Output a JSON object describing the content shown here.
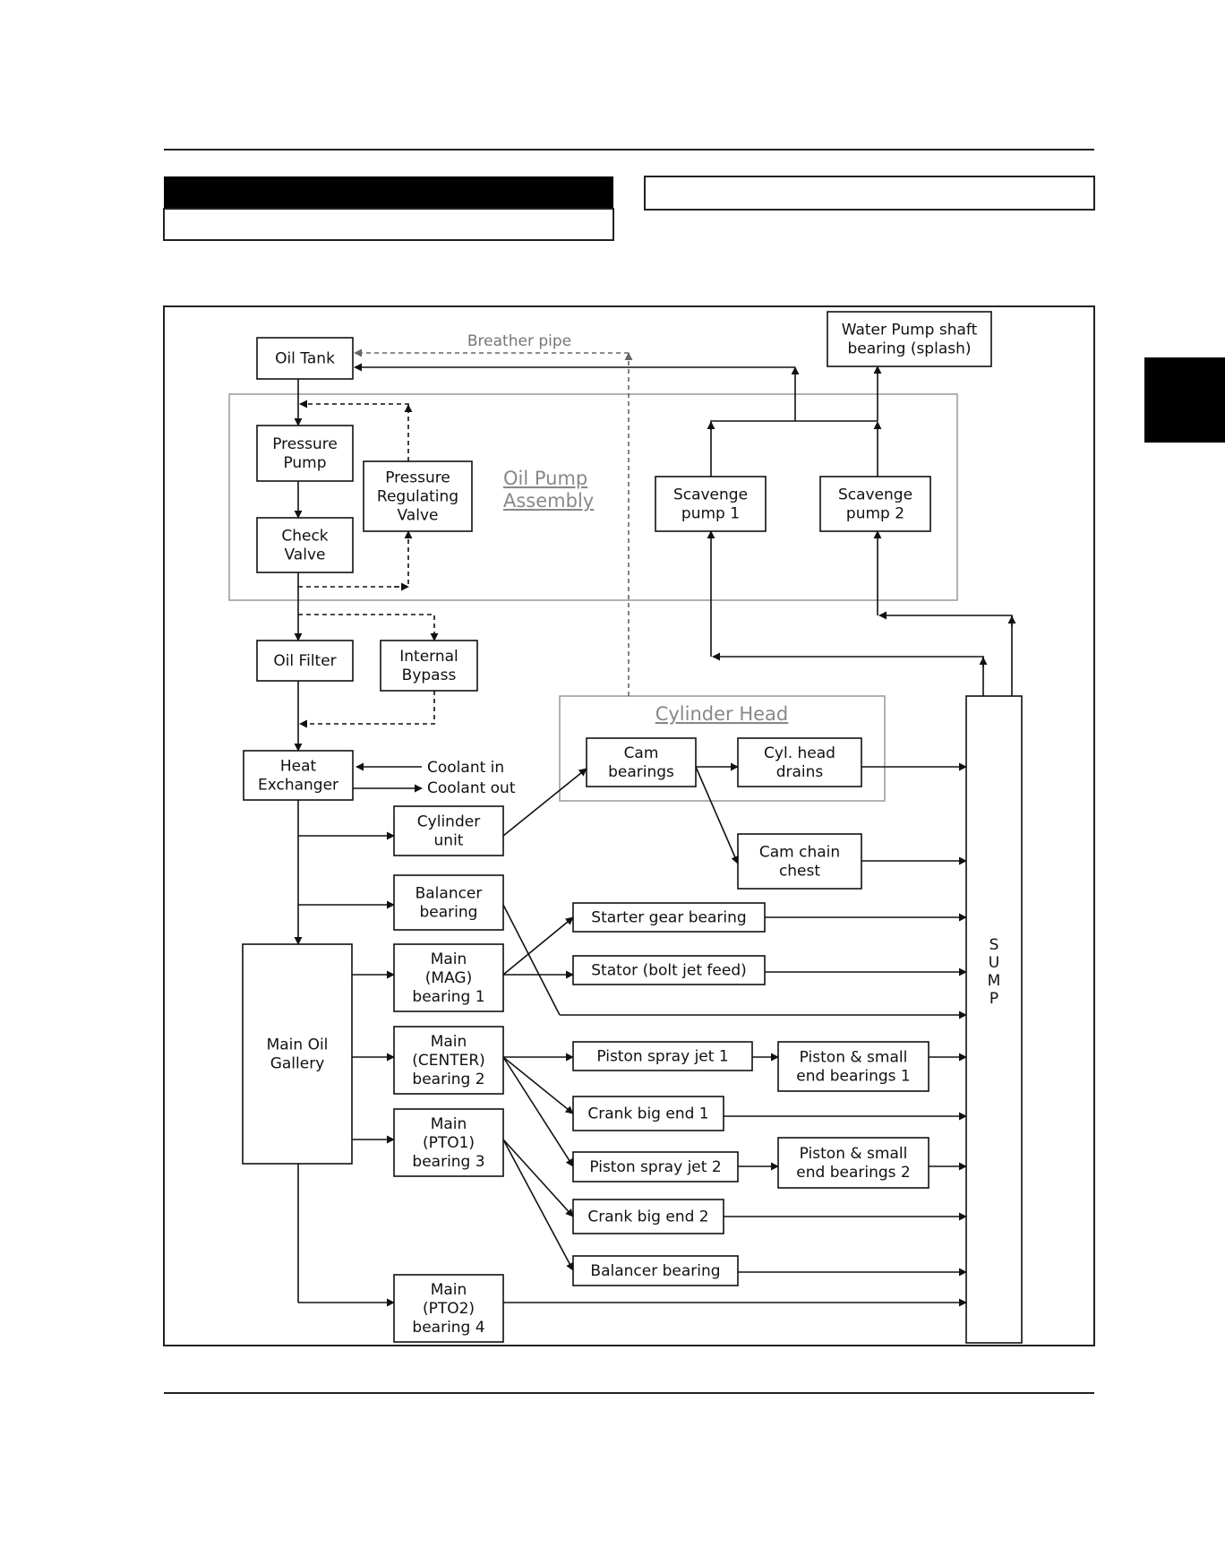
{
  "nodes": {
    "oil_tank": [
      "Oil Tank"
    ],
    "pressure_pump": [
      "Pressure",
      "Pump"
    ],
    "check_valve": [
      "Check",
      "Valve"
    ],
    "pressure_regulating_valve": [
      "Pressure",
      "Regulating",
      "Valve"
    ],
    "scavenge_pump_1": [
      "Scavenge",
      "pump 1"
    ],
    "scavenge_pump_2": [
      "Scavenge",
      "pump 2"
    ],
    "water_pump_shaft_bearing": [
      "Water Pump shaft",
      "bearing (splash)"
    ],
    "oil_filter": [
      "Oil Filter"
    ],
    "internal_bypass": [
      "Internal",
      "Bypass"
    ],
    "heat_exchanger": [
      "Heat",
      "Exchanger"
    ],
    "cylinder_unit": [
      "Cylinder",
      "unit"
    ],
    "cam_bearings": [
      "Cam",
      "bearings"
    ],
    "cyl_head_drains": [
      "Cyl. head",
      "drains"
    ],
    "cam_chain_chest": [
      "Cam chain",
      "chest"
    ],
    "balancer_bearing_upper": [
      "Balancer",
      "bearing"
    ],
    "main_oil_gallery": [
      "Main Oil",
      "Gallery"
    ],
    "main_mag_bearing_1": [
      "Main",
      "(MAG)",
      "bearing 1"
    ],
    "main_center_bearing_2": [
      "Main",
      "(CENTER)",
      "bearing 2"
    ],
    "main_pto1_bearing_3": [
      "Main",
      "(PTO1)",
      "bearing 3"
    ],
    "main_pto2_bearing_4": [
      "Main",
      "(PTO2)",
      "bearing 4"
    ],
    "starter_gear_bearing": [
      "Starter gear bearing"
    ],
    "stator_bolt_jet_feed": [
      "Stator (bolt jet feed)"
    ],
    "piston_spray_jet_1": [
      "Piston spray jet 1"
    ],
    "piston_small_end_bearings_1": [
      "Piston & small",
      "end bearings 1"
    ],
    "crank_big_end_1": [
      "Crank big end 1"
    ],
    "piston_spray_jet_2": [
      "Piston spray jet 2"
    ],
    "piston_small_end_bearings_2": [
      "Piston & small",
      "end bearings 2"
    ],
    "crank_big_end_2": [
      "Crank big end 2"
    ],
    "balancer_bearing_lower": [
      "Balancer bearing"
    ],
    "sump": [
      "S",
      "U",
      "M",
      "P"
    ]
  },
  "groups": {
    "oil_pump_assembly": [
      "Oil Pump",
      "Assembly"
    ],
    "cylinder_head": [
      "Cylinder Head"
    ]
  },
  "labels": {
    "breather_pipe": "Breather pipe",
    "coolant_in": "Coolant in",
    "coolant_out": "Coolant out"
  },
  "colors": {
    "line": "#111111",
    "dashed_line": "#444444",
    "gray_text": "#888888",
    "group_border": "#999999",
    "header_bar": "#000000"
  }
}
